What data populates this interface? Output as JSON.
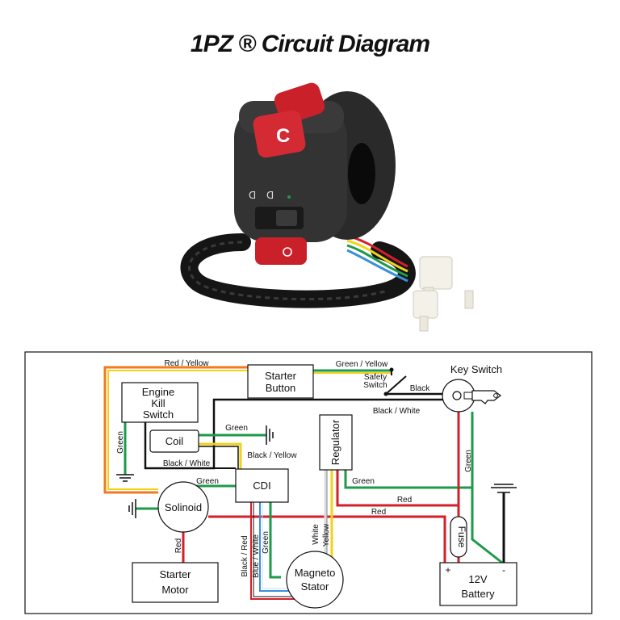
{
  "title": "1PZ ® Circuit Diagram",
  "photo": {
    "switch_glyphs": [
      "C",
      "ᗡ",
      "ᗡ"
    ]
  },
  "components": {
    "starter_button": [
      "Starter",
      "Button"
    ],
    "engine_kill_switch": [
      "Engine",
      "Kill",
      "Switch"
    ],
    "coil": "Coil",
    "cdi": "CDI",
    "regulator": "Regulator",
    "key_switch": "Key Switch",
    "solinoid": "Solinoid",
    "starter_motor": [
      "Starter",
      "Motor"
    ],
    "magneto_stator": [
      "Magneto",
      "Stator"
    ],
    "battery": [
      "12V",
      "Battery"
    ],
    "battery_plus": "+",
    "battery_minus": "-",
    "fuse": "Fuse",
    "safety_switch": [
      "Safety",
      "Switch"
    ]
  },
  "wire_labels": {
    "red_yellow": "Red / Yellow",
    "green_yellow": "Green / Yellow",
    "black": "Black",
    "black_white_top": "Black / White",
    "green_coil": "Green",
    "black_yellow": "Black / Yellow",
    "black_white_coil": "Black / White",
    "green_solinoid": "Green",
    "green_kill": "Green",
    "green_reg": "Green",
    "red_reg": "Red",
    "red_main": "Red",
    "red_motor": "Red",
    "green_key": "Green",
    "black_red": "Black / Red",
    "blue_white": "Blue / White",
    "green_stator": "Green",
    "white": "White",
    "yellow": "Yellow"
  },
  "colors": {
    "red": "#d21f2b",
    "green": "#1e9a4a",
    "yellow": "#f2d21a",
    "orange": "#f07a1e",
    "black": "#111111",
    "blue": "#3b8fd9",
    "gray": "#666666"
  }
}
